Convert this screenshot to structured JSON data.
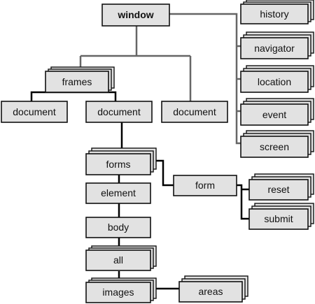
{
  "colors": {
    "box_fill": "#e2e2e2",
    "box_border": "#111111",
    "connector_gray": "#666666",
    "connector_black": "#000000"
  },
  "nodes": {
    "window": "window",
    "history": "history",
    "navigator": "navigator",
    "location": "location",
    "event": "event",
    "screen": "screen",
    "frames": "frames",
    "document_left": "document",
    "document_center": "document",
    "document_right": "document",
    "forms": "forms",
    "element": "element",
    "body": "body",
    "all": "all",
    "images": "images",
    "form": "form",
    "reset": "reset",
    "submit": "submit",
    "areas": "areas"
  }
}
